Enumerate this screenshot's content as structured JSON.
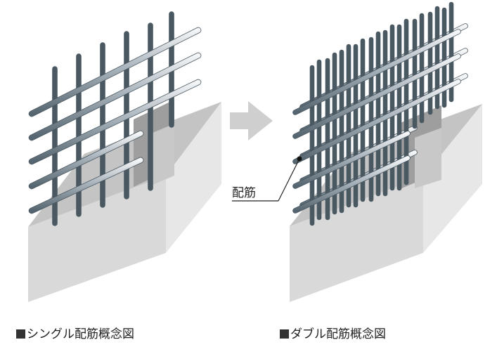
{
  "captions": {
    "single": "シングル配筋概念図",
    "double": "ダブル配筋概念図"
  },
  "rebar_label": "配筋",
  "icons": {
    "arrow": "arrow-right-icon",
    "caption_marker": "black-square-icon"
  },
  "colors": {
    "rebar_dark": "#5c6c78",
    "rebar_mid": "#aab4bc",
    "rebar_light": "#f4f6f8",
    "concrete_front": "#d9d9d9",
    "concrete_side": "#e7e7e7",
    "concrete_top": "#c4c4c4",
    "arrow": "#cfcfcf",
    "caption_text": "#222222",
    "caption_marker": "#333333"
  }
}
